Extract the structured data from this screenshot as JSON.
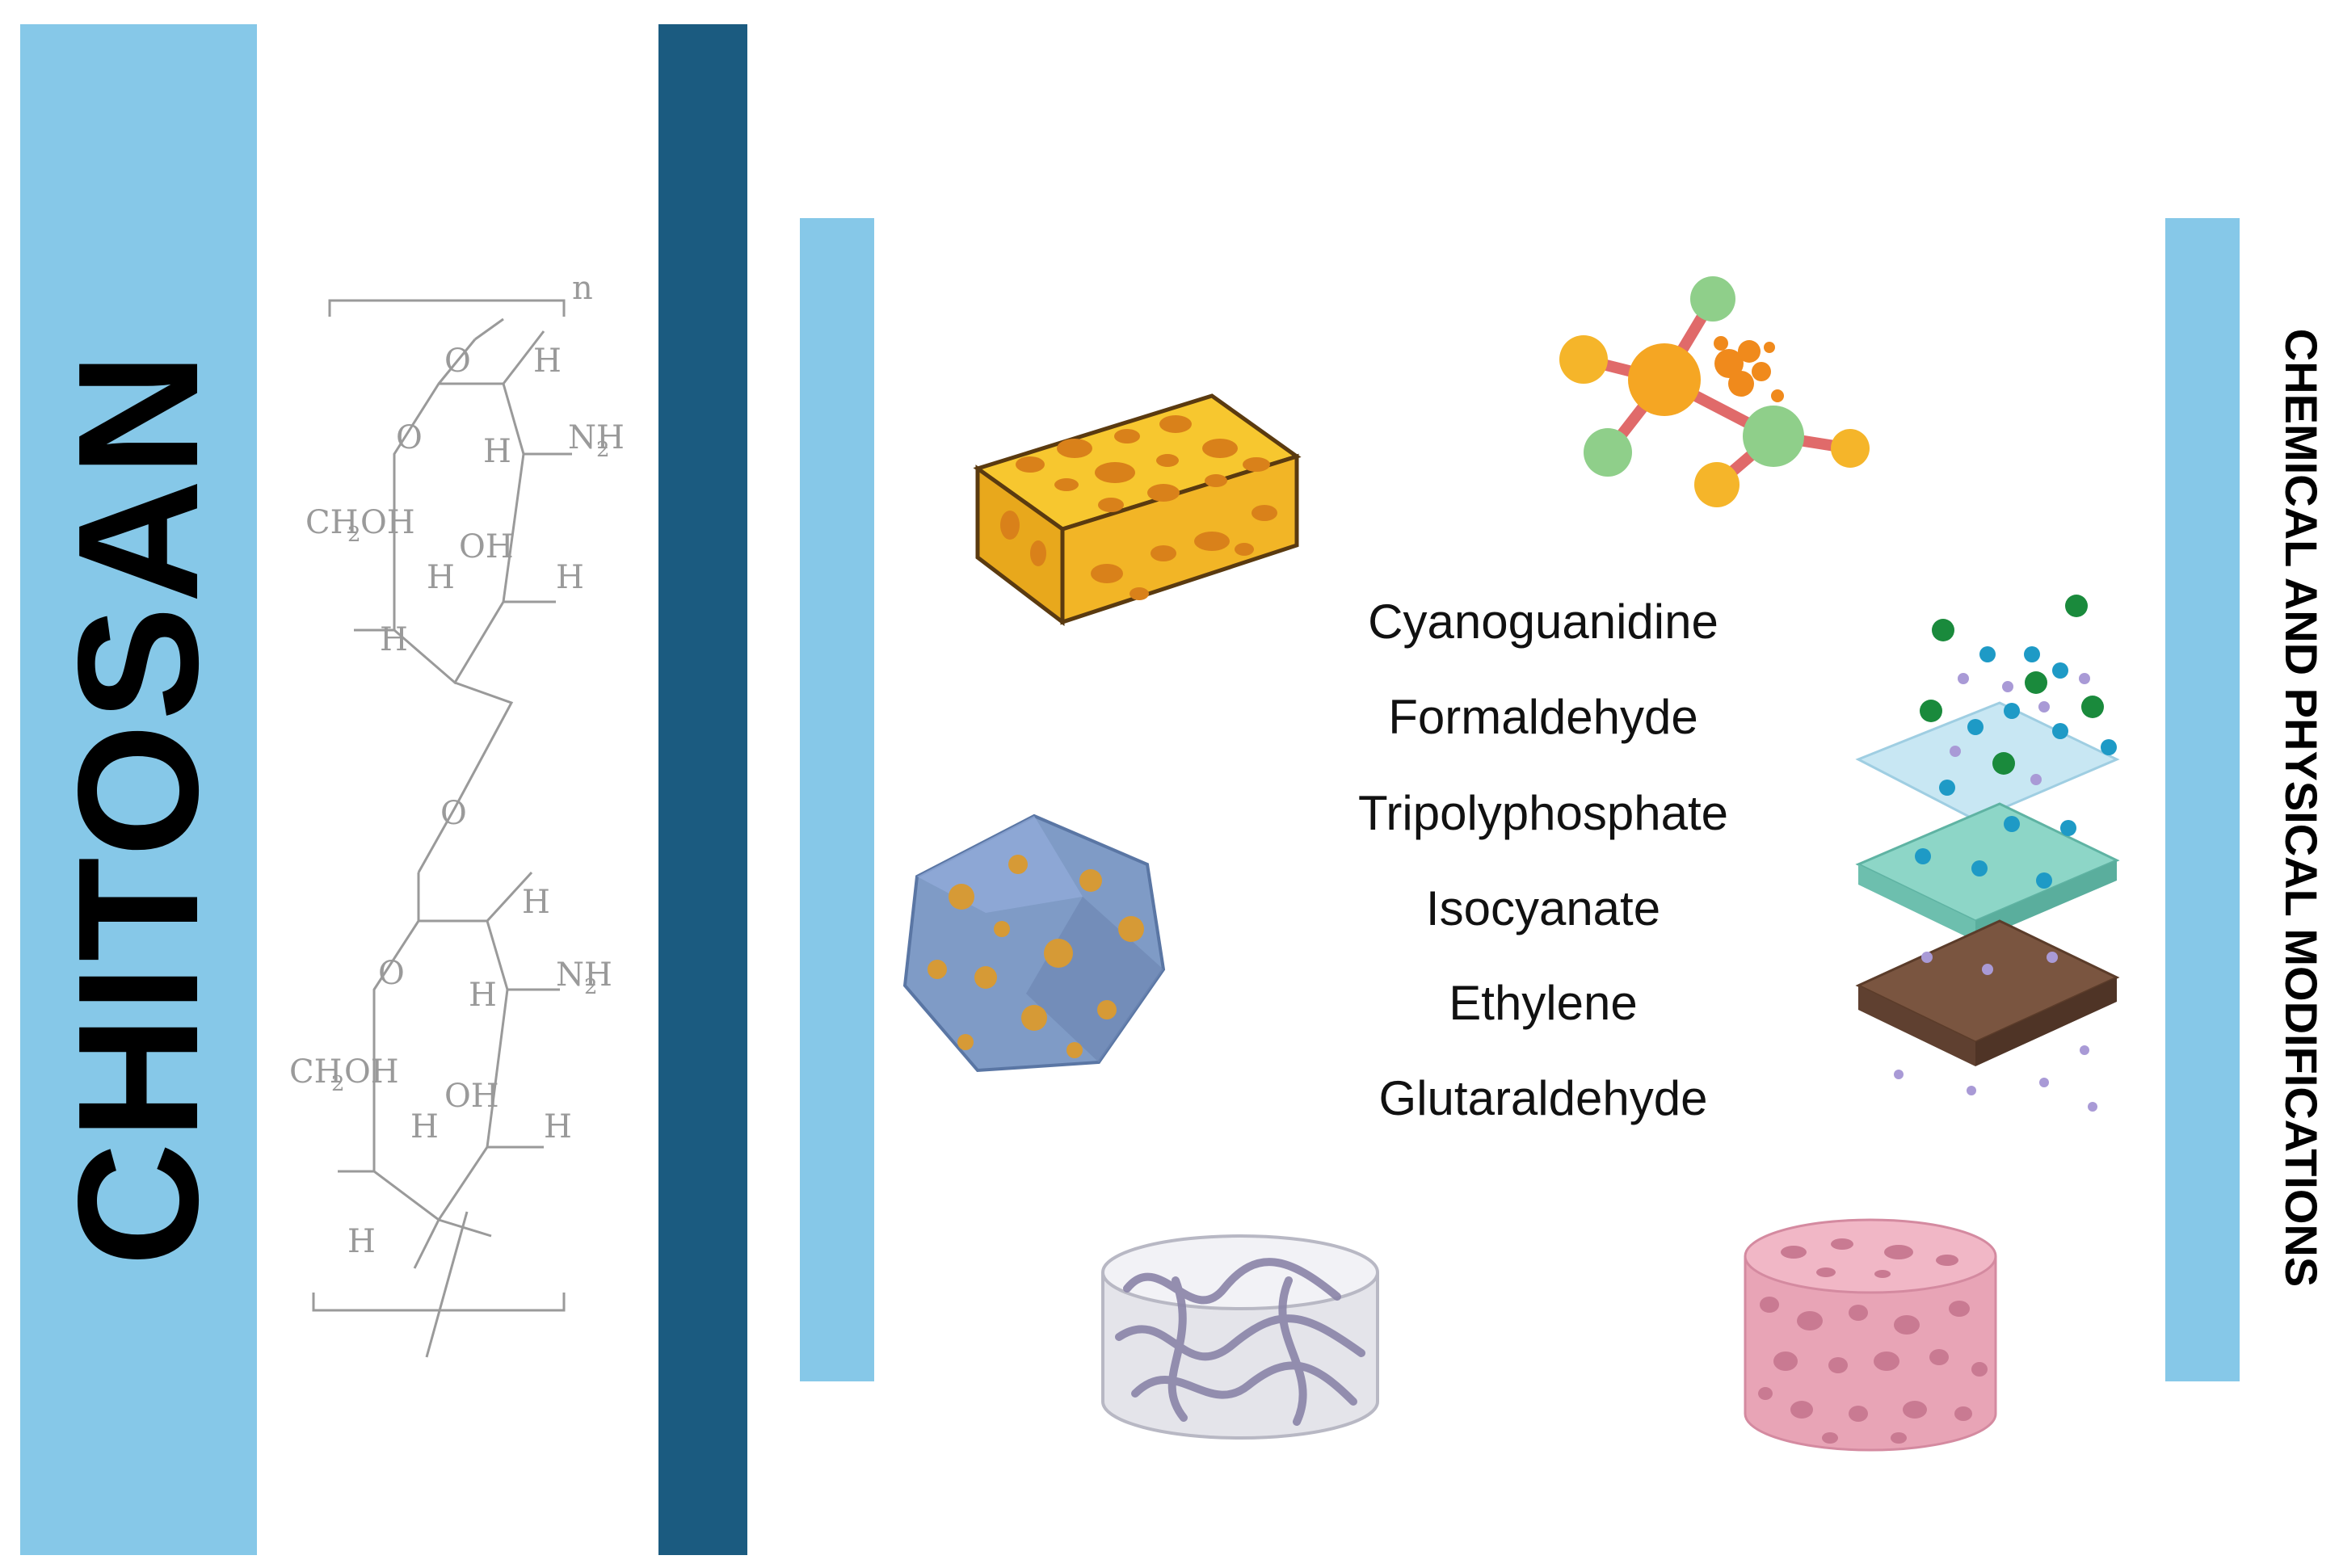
{
  "left_panel": {
    "title": "CHITOSAN",
    "structure_labels": {
      "repeat_n": "n",
      "ring_oxygen": "O",
      "hydrogen": "H",
      "amine": "NH",
      "amine_subscript": "2",
      "hydroxyl": "OH",
      "hydroxymethyl": "CH",
      "hydroxymethyl_subscript": "2",
      "hydroxymethyl_suffix": "OH"
    }
  },
  "right_panel": {
    "title": "CHEMICAL AND PHYSICAL MODIFICATIONS",
    "crosslinkers": [
      "Cyanoguanidine",
      "Formaldehyde",
      "Tripolyphosphate",
      "Isocyanate",
      "Ethylene",
      "Glutaraldehyde"
    ],
    "illustrations": [
      "porous-sponge-block-icon",
      "ball-and-stick-molecule-icon",
      "nanocage-particle-icon",
      "layered-membrane-icon",
      "hydrogel-cylinder-icon",
      "porous-scaffold-cylinder-icon"
    ]
  },
  "colors": {
    "light_blue": "#86c8e8",
    "dark_blue": "#1b5b80",
    "structure_gray": "#9a9a9a"
  }
}
